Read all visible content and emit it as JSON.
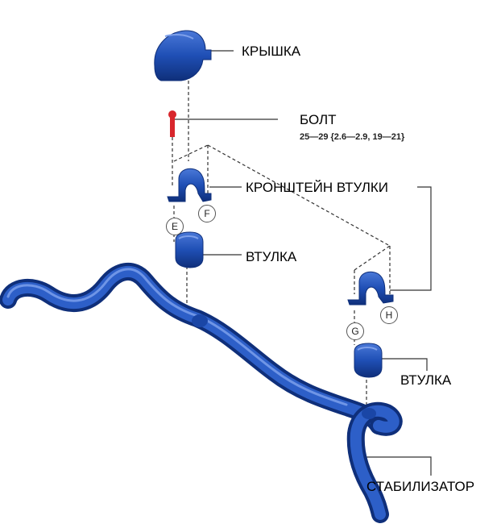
{
  "labels": {
    "cover": "КРЫШКА",
    "bolt": "БОЛТ",
    "bolt_torque": "25—29 {2.6—2.9, 19—21}",
    "bracket": "КРОНШТЕЙН ВТУЛКИ",
    "bushing_left": "ВТУЛКА",
    "bushing_right": "ВТУЛКА",
    "stabilizer": "СТАБИЛИЗАТОР"
  },
  "callouts": {
    "e": "E",
    "f": "F",
    "g": "G",
    "h": "H"
  },
  "colors": {
    "part_blue": "#1f4fb5",
    "part_dark": "#123a8f",
    "bolt_red": "#d8262c",
    "line": "#333333"
  }
}
